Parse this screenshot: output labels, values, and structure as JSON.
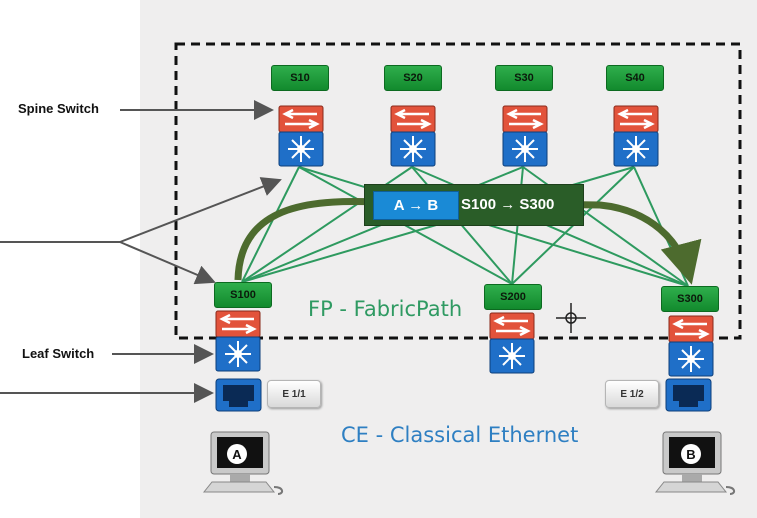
{
  "labels": {
    "spine_switch": "Spine Switch",
    "leaf_switch": "Leaf Switch",
    "fabricpath": "FP - FabricPath",
    "classical_ethernet": "CE - Classical Ethernet"
  },
  "spine_switches": [
    "S10",
    "S20",
    "S30",
    "S40"
  ],
  "leaf_switches": [
    "S100",
    "S200",
    "S300"
  ],
  "flow": {
    "hosts": "A → B",
    "path": "S100 → S300"
  },
  "ports": [
    "E 1/1",
    "E 1/2"
  ],
  "hosts": [
    "A",
    "B"
  ],
  "colors": {
    "switch_tag": "#1f9b3b",
    "links": "#2e9a5f",
    "flow_arrow": "#4d6b2e",
    "fabricpath_text": "#2f9a62",
    "classical_ethernet_text": "#2e7fc2",
    "flow_highlight": "#1a8ad6",
    "router_red": "#e2533b",
    "switch_blue": "#1f6fc8"
  },
  "icons": {
    "spine_device": "nexus-switch-icon",
    "leaf_device": "nexus-switch-icon",
    "edge_port": "ethernet-port-icon",
    "host": "workstation-icon",
    "cursor": "crosshair-cursor-icon"
  }
}
